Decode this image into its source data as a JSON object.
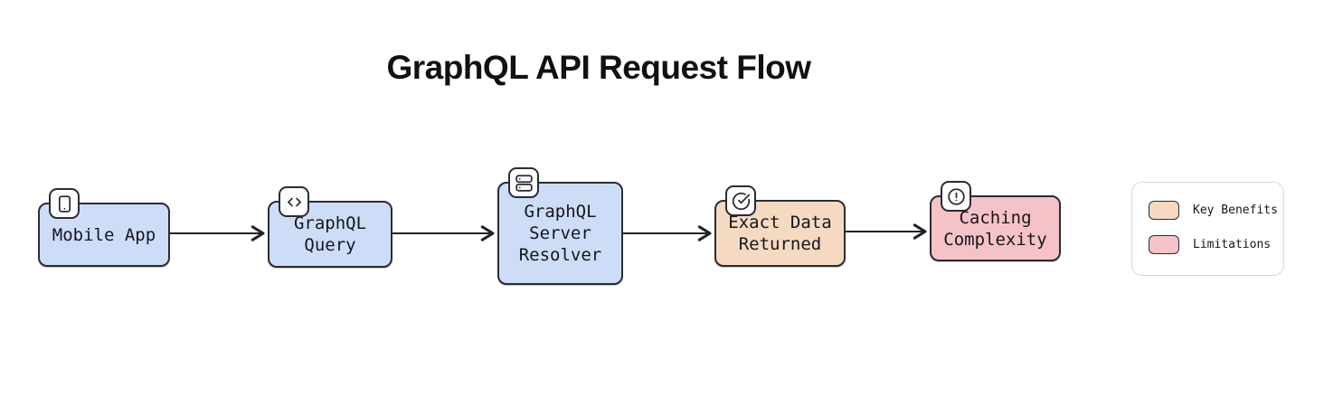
{
  "title": "GraphQL API Request Flow",
  "colors": {
    "process_fill": "#cdddf8",
    "benefit_fill": "#f5d9c1",
    "limitation_fill": "#f5c3c7",
    "stroke_dark": "#2b2b33"
  },
  "nodes": [
    {
      "label": "Mobile App",
      "icon": "smartphone-icon",
      "type": "process",
      "fill": "#cdddf8"
    },
    {
      "label": "GraphQL\nQuery",
      "icon": "code-icon",
      "type": "process",
      "fill": "#cdddf8"
    },
    {
      "label": "GraphQL\nServer\nResolver",
      "icon": "server-icon",
      "type": "process",
      "fill": "#cdddf8"
    },
    {
      "label": "Exact Data\nReturned",
      "icon": "check-circle-icon",
      "type": "benefit",
      "fill": "#f5d9c1"
    },
    {
      "label": "Caching\nComplexity",
      "icon": "alert-circle-icon",
      "type": "limitation",
      "fill": "#f5c3c7"
    }
  ],
  "legend": {
    "items": [
      {
        "label": "Key Benefits",
        "swatch_color": "#f5d9c1"
      },
      {
        "label": "Limitations",
        "swatch_color": "#f5c3c7"
      }
    ]
  }
}
